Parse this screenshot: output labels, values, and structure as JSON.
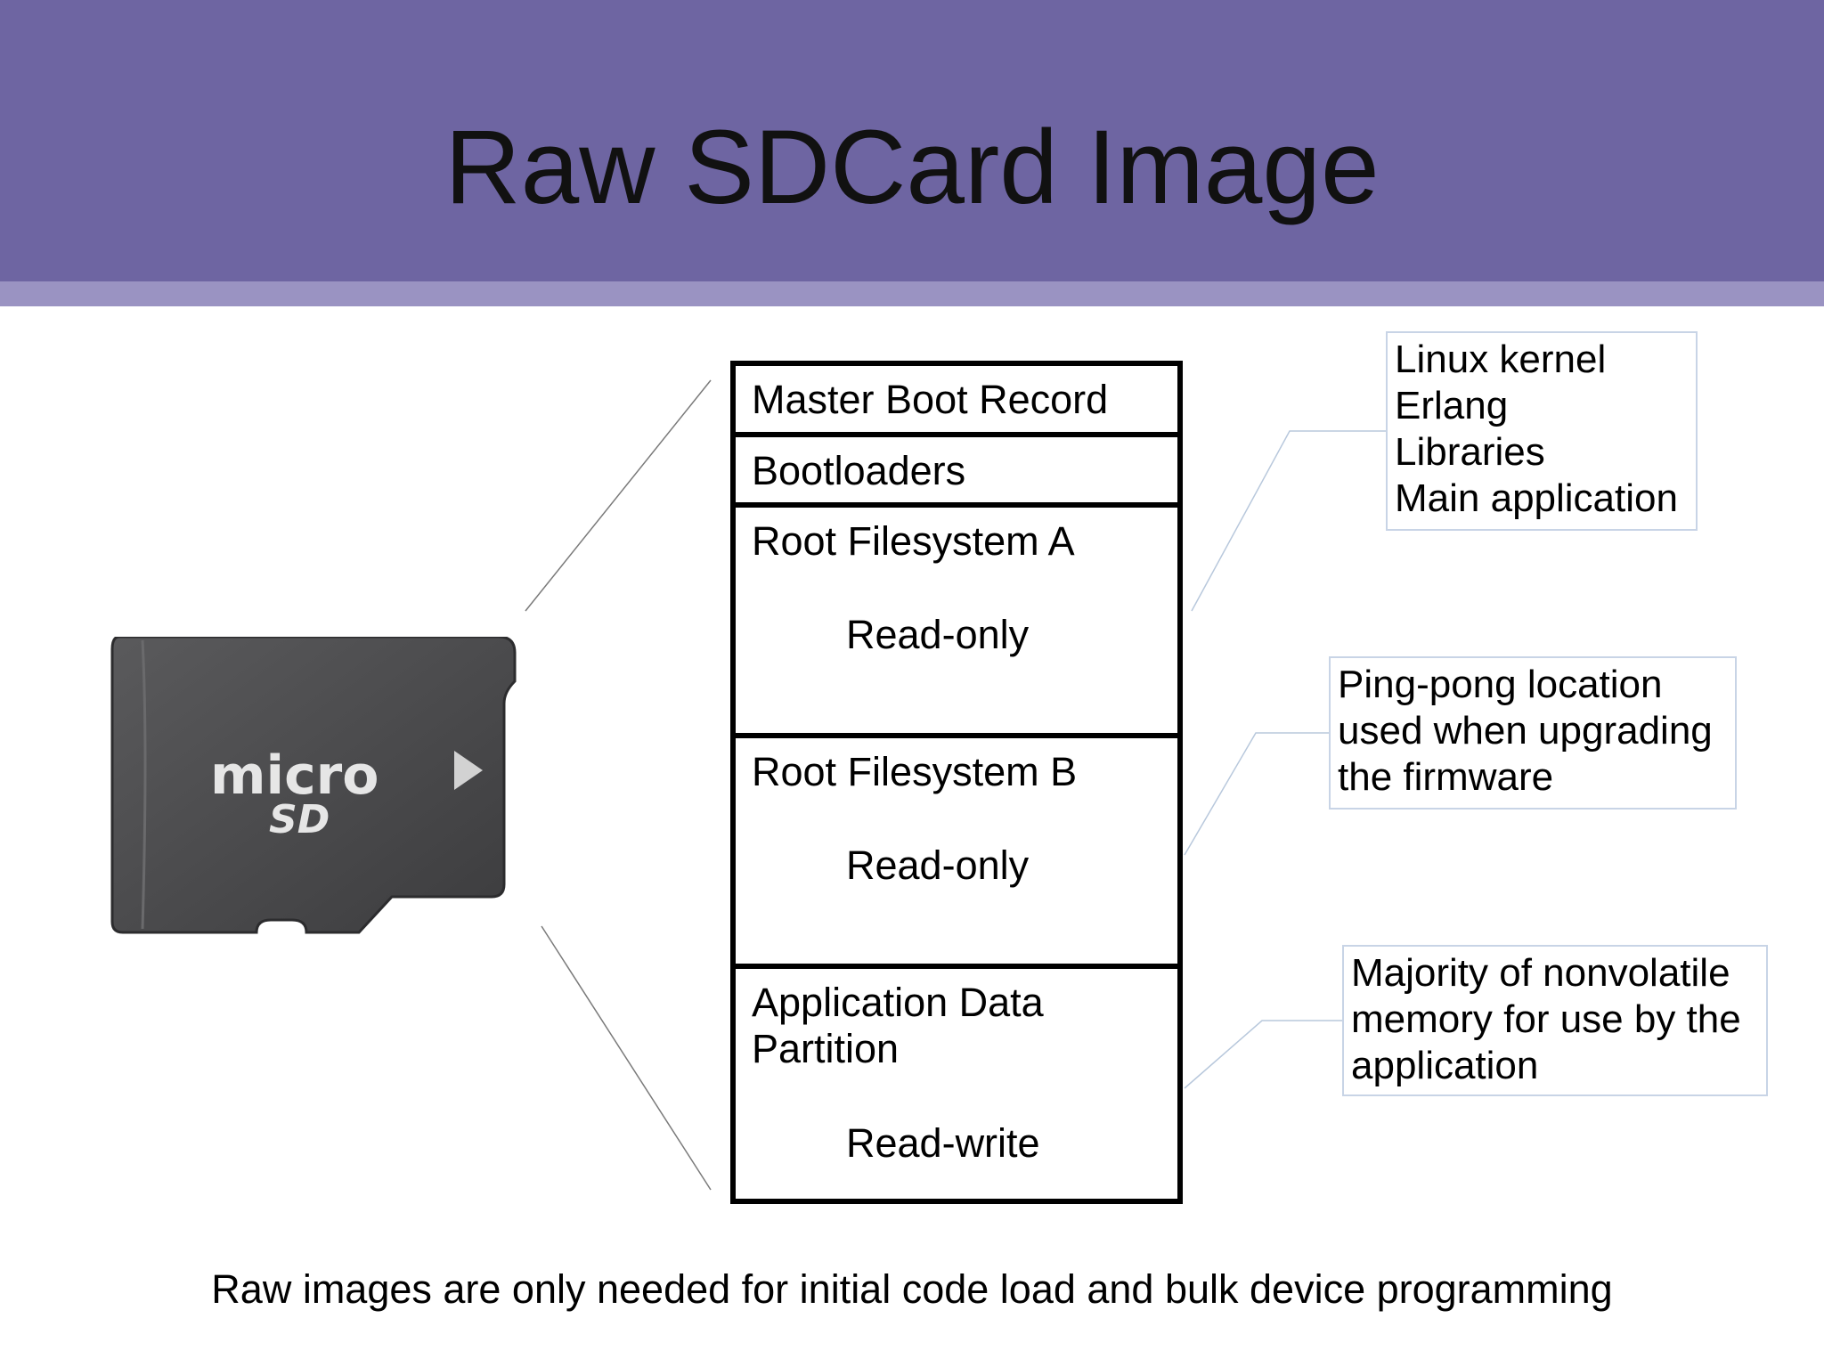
{
  "slide": {
    "title": "Raw SDCard Image",
    "footer": "Raw images are only needed for initial code load and bulk device programming"
  },
  "sdcard": {
    "logo_text_top": "micro",
    "logo_text_bottom": "SD"
  },
  "partitions": [
    {
      "name": "Master Boot Record",
      "mode": ""
    },
    {
      "name": "Bootloaders",
      "mode": ""
    },
    {
      "name": "Root Filesystem A",
      "mode": "Read-only"
    },
    {
      "name": "Root Filesystem B",
      "mode": "Read-only"
    },
    {
      "name": "Application Data\nPartition",
      "mode": "Read-write"
    }
  ],
  "callouts": [
    {
      "lines": [
        "Linux kernel",
        "Erlang",
        "Libraries",
        "Main application"
      ]
    },
    {
      "lines": [
        "Ping-pong location",
        "used when upgrading",
        "the firmware"
      ]
    },
    {
      "lines": [
        "Majority of nonvolatile",
        "memory for use by the",
        "application"
      ]
    }
  ],
  "colors": {
    "header": "#6e65a2",
    "header_stripe": "#9a93c2",
    "card_body": "#4a4a4c",
    "callout_border": "#c8d4e6"
  }
}
